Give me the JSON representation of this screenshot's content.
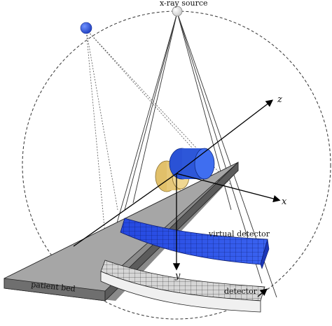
{
  "labels": {
    "source": "x-ray source",
    "z": "z",
    "x": "x",
    "y": "y",
    "virtual_detector": "virtual detector",
    "detector": "detector",
    "patient_bed": "patient bed"
  },
  "colors": {
    "source_white": "#f4f4f4",
    "source_blue": "#2f5fe8",
    "virtual_detector_fill": "#2a4de6",
    "detector_fill": "#cfcfcf",
    "bed_fill": "#9e9e9e",
    "cylinder_blue": "#2d57d9",
    "cylinder_yellow": "#e3c472"
  }
}
